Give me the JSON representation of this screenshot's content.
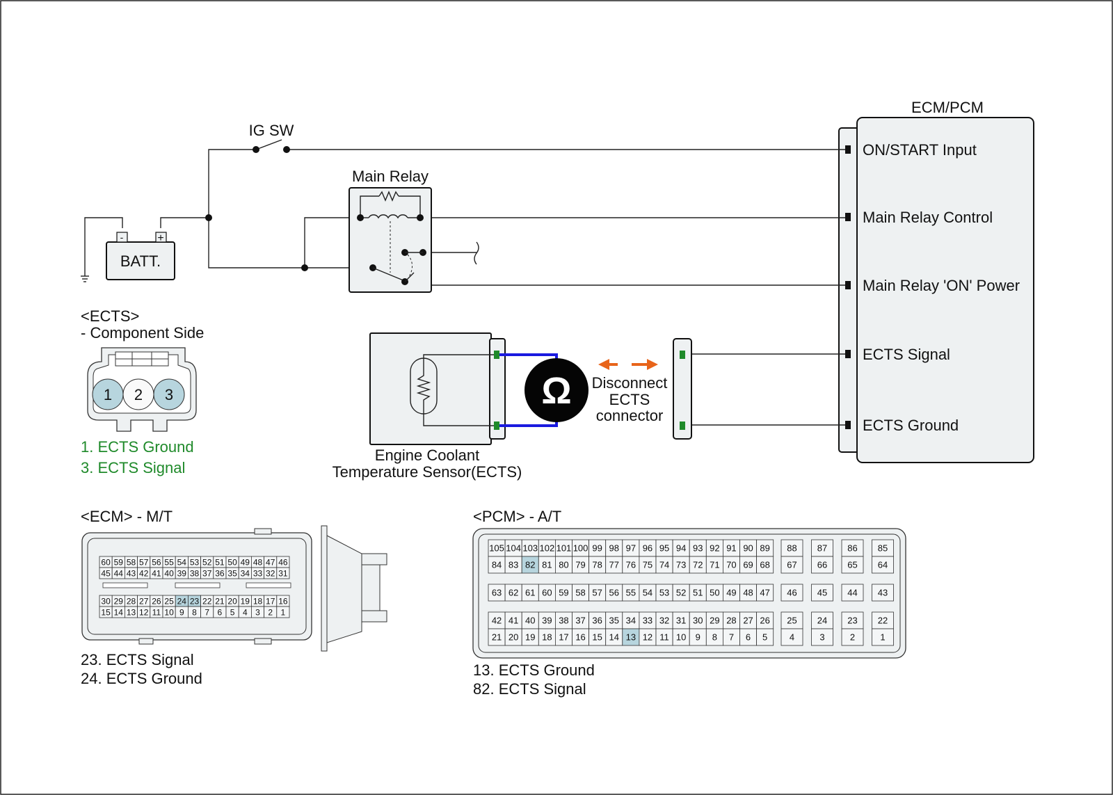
{
  "ecm_pcm": {
    "title": "ECM/PCM",
    "terminals": [
      "ON/START Input",
      "Main Relay Control",
      "Main Relay 'ON' Power",
      "ECTS Signal",
      "ECTS Ground"
    ]
  },
  "ig_sw": "IG SW",
  "main_relay": "Main Relay",
  "battery": {
    "label": "BATT.",
    "neg": "-",
    "pos": "+"
  },
  "sensor": {
    "line1": "Engine Coolant",
    "line2": "Temperature Sensor(ECTS)"
  },
  "ohm_symbol": "Ω",
  "disconnect": {
    "line1": "Disconnect",
    "line2": "ECTS",
    "line3": "connector"
  },
  "ects_connector": {
    "title": "<ECTS>",
    "subtitle": "- Component Side",
    "pins": [
      "1",
      "2",
      "3"
    ],
    "legend": [
      "1. ECTS Ground",
      "3. ECTS Signal"
    ]
  },
  "ecm_connector": {
    "title": "<ECM> - M/T",
    "row1": [
      "60",
      "59",
      "58",
      "57",
      "56",
      "55",
      "54",
      "53",
      "52",
      "51",
      "50",
      "49",
      "48",
      "47",
      "46"
    ],
    "row2": [
      "45",
      "44",
      "43",
      "42",
      "41",
      "40",
      "39",
      "38",
      "37",
      "36",
      "35",
      "34",
      "33",
      "32",
      "31"
    ],
    "row3": [
      "30",
      "29",
      "28",
      "27",
      "26",
      "25",
      "24",
      "23",
      "22",
      "21",
      "20",
      "19",
      "18",
      "17",
      "16"
    ],
    "row4": [
      "15",
      "14",
      "13",
      "12",
      "11",
      "10",
      "9",
      "8",
      "7",
      "6",
      "5",
      "4",
      "3",
      "2",
      "1"
    ],
    "highlight": [
      "24",
      "23"
    ],
    "legend": [
      "23. ECTS Signal",
      "24. ECTS Ground"
    ]
  },
  "pcm_connector": {
    "title": "<PCM> - A/T",
    "row1": [
      "105",
      "104",
      "103",
      "102",
      "101",
      "100",
      "99",
      "98",
      "97",
      "96",
      "95",
      "94",
      "93",
      "92",
      "91",
      "90",
      "89"
    ],
    "row1b": [
      "88",
      "87",
      "86",
      "85"
    ],
    "row2": [
      "84",
      "83",
      "82",
      "81",
      "80",
      "79",
      "78",
      "77",
      "76",
      "75",
      "74",
      "73",
      "72",
      "71",
      "70",
      "69",
      "68"
    ],
    "row2b": [
      "67",
      "66",
      "65",
      "64"
    ],
    "row3": [
      "63",
      "62",
      "61",
      "60",
      "59",
      "58",
      "57",
      "56",
      "55",
      "54",
      "53",
      "52",
      "51",
      "50",
      "49",
      "48",
      "47"
    ],
    "row3b": [
      "46",
      "45",
      "44",
      "43"
    ],
    "row4": [
      "42",
      "41",
      "40",
      "39",
      "38",
      "37",
      "36",
      "35",
      "34",
      "33",
      "32",
      "31",
      "30",
      "29",
      "28",
      "27",
      "26"
    ],
    "row4b": [
      "25",
      "24",
      "23",
      "22"
    ],
    "row5": [
      "21",
      "20",
      "19",
      "18",
      "17",
      "16",
      "15",
      "14",
      "13",
      "12",
      "11",
      "10",
      "9",
      "8",
      "7",
      "6",
      "5"
    ],
    "row5b": [
      "4",
      "3",
      "2",
      "1"
    ],
    "highlight": [
      "82",
      "13"
    ],
    "legend": [
      "13. ECTS Ground",
      "82. ECTS Signal"
    ]
  },
  "colors": {
    "highlight": "#b7d5de",
    "legend_green": "#1f8a2a",
    "probe_wire": "#1a1adf",
    "arrow": "#e8641a",
    "pin_green": "#1f8a2a"
  }
}
